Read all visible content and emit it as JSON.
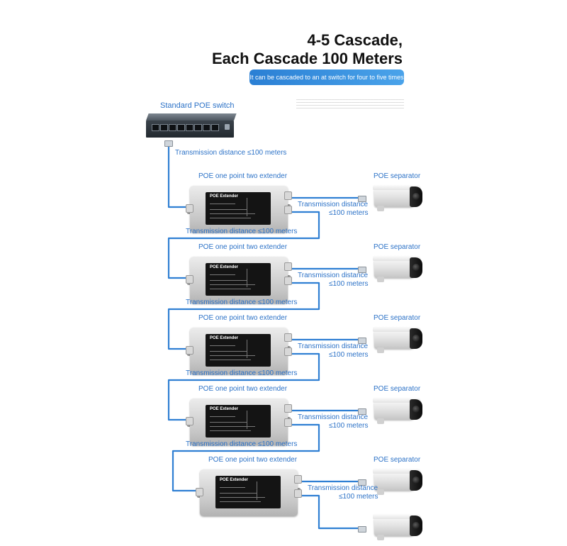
{
  "title": {
    "line1": "4-5 Cascade,",
    "line2": "Each Cascade 100 Meters"
  },
  "subtitle": "It can be cascaded to an at switch for four to five times",
  "switch_label": "Standard POE switch",
  "switch_distance": "Transmission distance ≤100 meters",
  "extender_panel_title": "POE Extender",
  "stages": [
    {
      "extender_label": "POE one point two extender",
      "separator_label": "POE separator",
      "side_distance_line1": "Transmission distance",
      "side_distance_line2": "≤100 meters",
      "bottom_distance": "Transmission distance ≤100 meters"
    },
    {
      "extender_label": "POE one point two extender",
      "separator_label": "POE separator",
      "side_distance_line1": "Transmission distance",
      "side_distance_line2": "≤100 meters",
      "bottom_distance": "Transmission distance ≤100 meters"
    },
    {
      "extender_label": "POE one point two extender",
      "separator_label": "POE separator",
      "side_distance_line1": "Transmission distance",
      "side_distance_line2": "≤100 meters",
      "bottom_distance": "Transmission distance ≤100 meters"
    },
    {
      "extender_label": "POE one point two extender",
      "separator_label": "POE separator",
      "side_distance_line1": "Transmission distance",
      "side_distance_line2": "≤100 meters",
      "bottom_distance": "Transmission distance ≤100 meters"
    },
    {
      "extender_label": "POE one point two extender",
      "separator_label": "POE separator",
      "side_distance_line1": "Transmission distance",
      "side_distance_line2": "≤100 meters",
      "bottom_distance": ""
    }
  ],
  "colors": {
    "wire": "#2f7fd3",
    "label": "#2c72c7",
    "accent_start": "#2a7fd4",
    "accent_end": "#4aa3ea"
  },
  "icons": [
    "poe-switch-icon",
    "poe-extender-icon",
    "ip-camera-icon",
    "rj45-connector-icon"
  ]
}
